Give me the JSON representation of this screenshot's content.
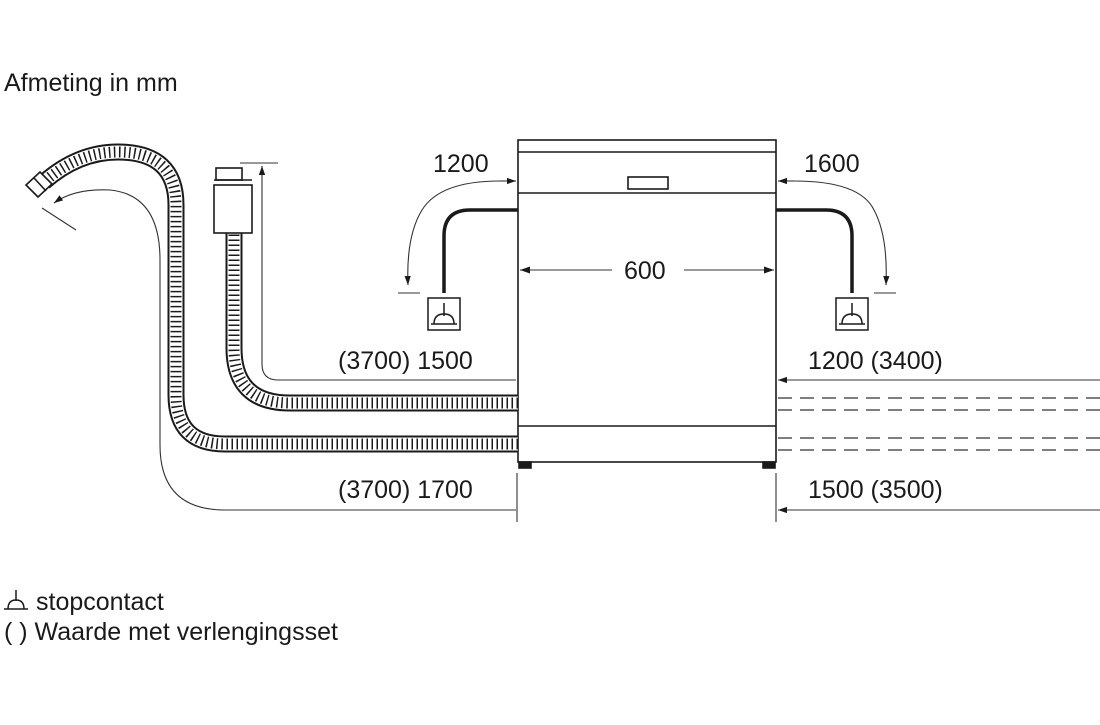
{
  "diagram": {
    "unit_caption": "Afmeting in mm",
    "dimensions": {
      "left_cable": "1200",
      "right_cable": "1600",
      "appliance_width": "600",
      "inlet_hose_left": "(3700) 1500",
      "inlet_hose_right": "1200 (3400)",
      "drain_hose_left": "(3700) 1700",
      "drain_hose_right": "1500 (3500)"
    },
    "legend": {
      "socket": "stopcontact",
      "parentheses": "( ) Waarde met verlengingsset"
    }
  },
  "colors": {
    "line": "#1a1a1a",
    "thin_line": "#333333",
    "background": "#ffffff"
  }
}
